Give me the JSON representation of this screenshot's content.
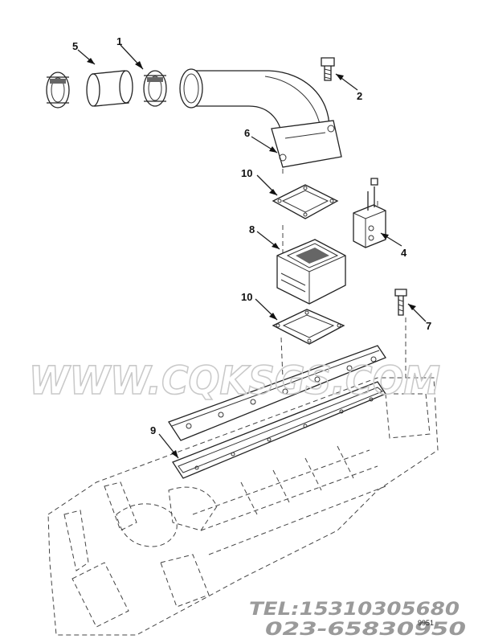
{
  "callouts": {
    "c1": "1",
    "c2": "2",
    "c4": "4",
    "c5": "5",
    "c6": "6",
    "c7": "7",
    "c8": "8",
    "c9": "9",
    "c10a": "10",
    "c10b": "10"
  },
  "watermark": {
    "site": "WWW.CQKSGS.COM",
    "phone1": "TEL:15310305680",
    "phone2": "023-65830950",
    "figure_code": "9951"
  }
}
